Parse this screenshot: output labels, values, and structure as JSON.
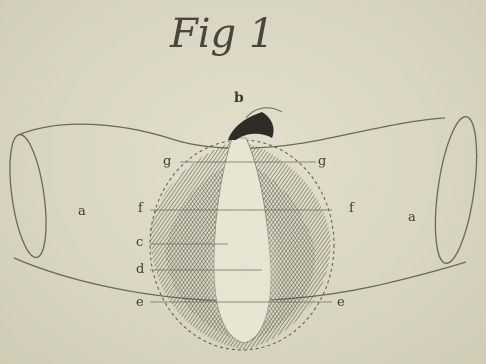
{
  "figure": {
    "title": "Fig 1"
  },
  "labels": {
    "b": "b",
    "g_left": "g",
    "g_right": "g",
    "a_left": "a",
    "a_right": "a",
    "f_left": "f",
    "f_right": "f",
    "c_left": "c",
    "d_left": "d",
    "e_left": "e",
    "e_right": "e"
  },
  "colors": {
    "paper": "#d9d6c2",
    "ink": "#3e3a30",
    "shade": "#4b4a42"
  }
}
